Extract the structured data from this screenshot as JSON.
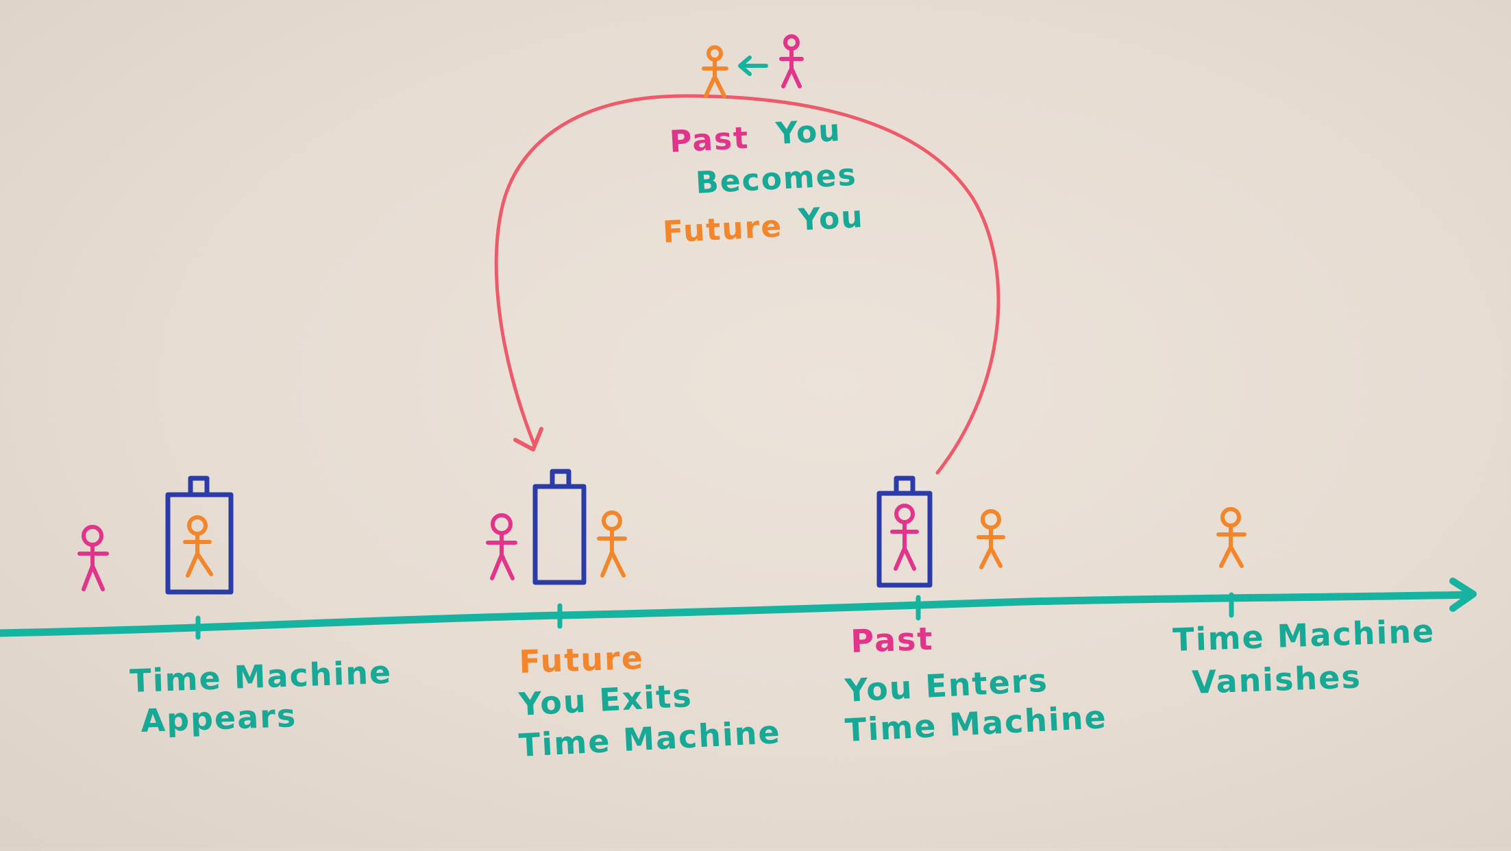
{
  "colors": {
    "board": "#e8dfd6",
    "timeline": "#16b3a0",
    "loop_arrow": "#ee5a6a",
    "machine": "#2b3ba8",
    "past_you": "#e2348a",
    "future_you": "#f3862a",
    "label_teal": "#18a896"
  },
  "icons": [
    "stick-figure-icon",
    "time-machine-icon",
    "arrow-icon"
  ],
  "loop_label": {
    "line1_word1": "Past",
    "line1_word2": "You",
    "line2": "Becomes",
    "line3_word1": "Future",
    "line3_word2": "You"
  },
  "events": [
    {
      "line1": "Time Machine",
      "line2": "Appears"
    },
    {
      "line1": "Future",
      "line2": "You Exits",
      "line3": "Time Machine"
    },
    {
      "line1": "Past",
      "line2": "You Enters",
      "line3": "Time Machine"
    },
    {
      "line1": "Time Machine",
      "line2": "Vanishes"
    }
  ]
}
